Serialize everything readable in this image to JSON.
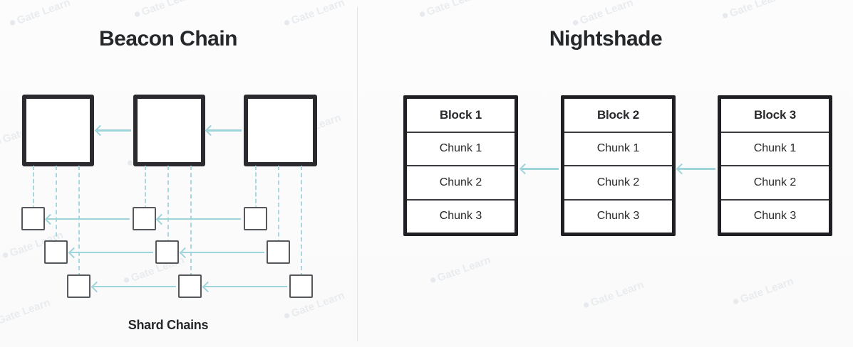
{
  "diagram": {
    "background_color": "#fbfbfb",
    "accent_color": "#9ed4da",
    "block_outline_color": "#1f2023",
    "divider_color": "#e4e4e4",
    "watermark_text": "Gate Learn",
    "watermark_mark": "G"
  },
  "left_panel": {
    "title": "Beacon Chain",
    "footer_label": "Shard Chains",
    "beacon_blocks": [
      {
        "id": "beacon-block-1"
      },
      {
        "id": "beacon-block-2"
      },
      {
        "id": "beacon-block-3"
      }
    ],
    "shard_rows": [
      {
        "row": 1,
        "boxes": 3
      },
      {
        "row": 2,
        "boxes": 3
      },
      {
        "row": 3,
        "boxes": 3
      }
    ]
  },
  "right_panel": {
    "title": "Nightshade",
    "blocks": [
      {
        "header": "Block 1",
        "chunks": [
          "Chunk 1",
          "Chunk 2",
          "Chunk 3"
        ]
      },
      {
        "header": "Block 2",
        "chunks": [
          "Chunk 1",
          "Chunk 2",
          "Chunk 3"
        ]
      },
      {
        "header": "Block 3",
        "chunks": [
          "Chunk 1",
          "Chunk 2",
          "Chunk 3"
        ]
      }
    ]
  }
}
